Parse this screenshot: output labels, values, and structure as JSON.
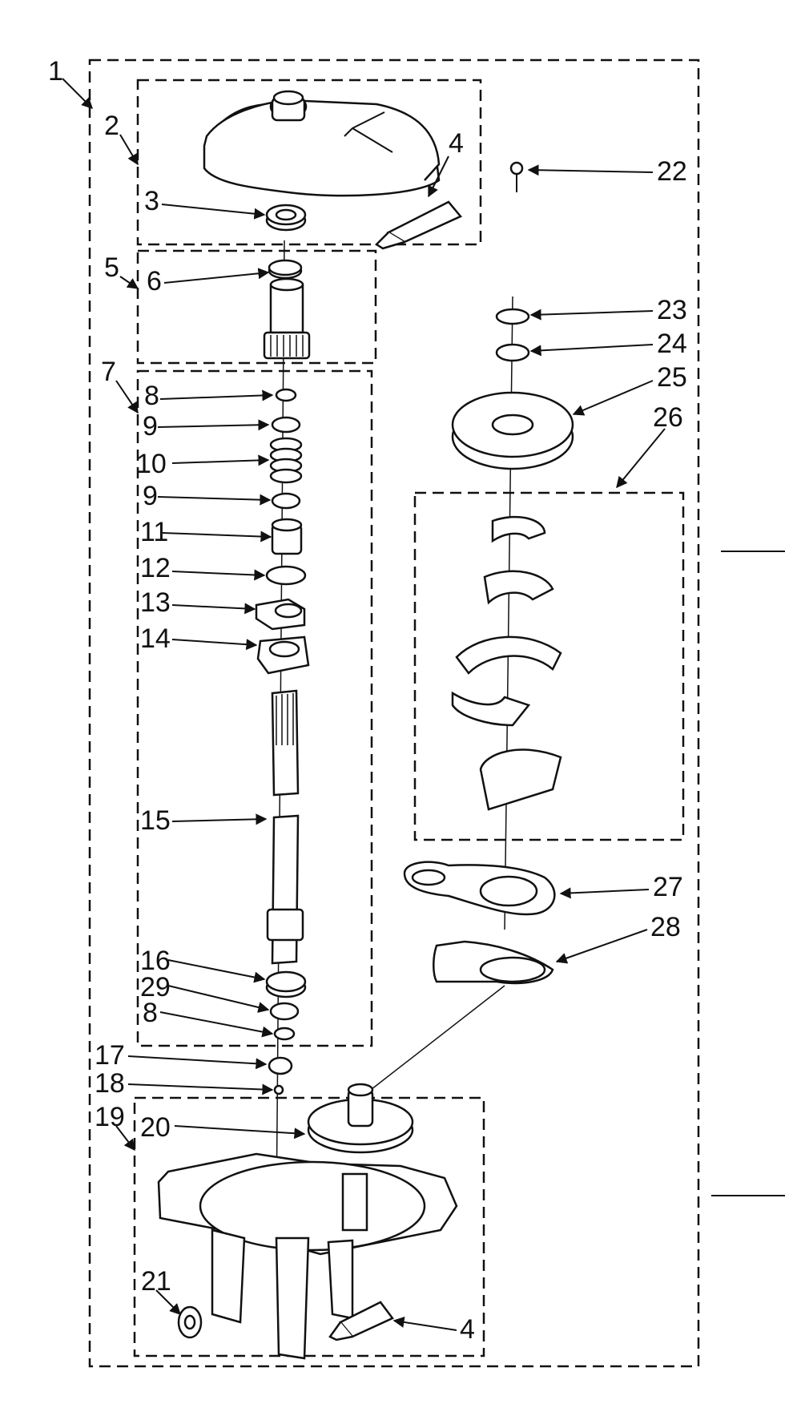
{
  "diagram": {
    "callouts": {
      "c1": "1",
      "c2": "2",
      "c3": "3",
      "c4a": "4",
      "c4b": "4",
      "c5": "5",
      "c6": "6",
      "c7": "7",
      "c8a": "8",
      "c8b": "8",
      "c9a": "9",
      "c9b": "9",
      "c10": "10",
      "c11": "11",
      "c12": "12",
      "c13": "13",
      "c14": "14",
      "c15": "15",
      "c16": "16",
      "c17": "17",
      "c18": "18",
      "c19": "19",
      "c20": "20",
      "c21": "21",
      "c22": "22",
      "c23": "23",
      "c24": "24",
      "c25": "25",
      "c26": "26",
      "c27": "27",
      "c28": "28",
      "c29": "29"
    }
  }
}
